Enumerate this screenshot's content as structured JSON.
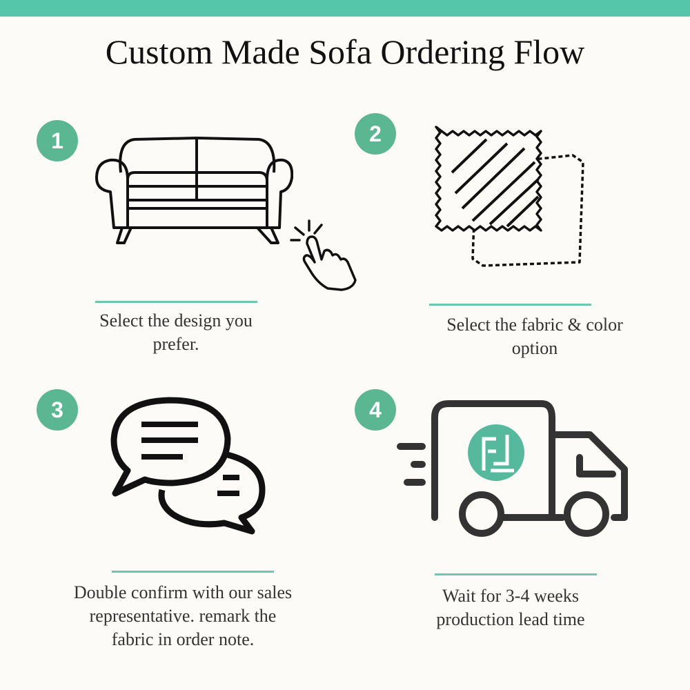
{
  "title": "Custom Made Sofa Ordering Flow",
  "steps": [
    {
      "number": "1",
      "caption_lines": [
        "Select the design you",
        "prefer."
      ]
    },
    {
      "number": "2",
      "caption_lines": [
        "Select the fabric & color",
        "option"
      ]
    },
    {
      "number": "3",
      "caption_lines": [
        "Double confirm with our sales",
        "representative. remark the",
        "fabric in order note."
      ]
    },
    {
      "number": "4",
      "caption_lines": [
        "Wait for 3-4 weeks",
        "production lead time"
      ]
    }
  ],
  "colors": {
    "accent": "#56c6aa",
    "badge": "#5bb792",
    "background": "#fdfbf7"
  }
}
